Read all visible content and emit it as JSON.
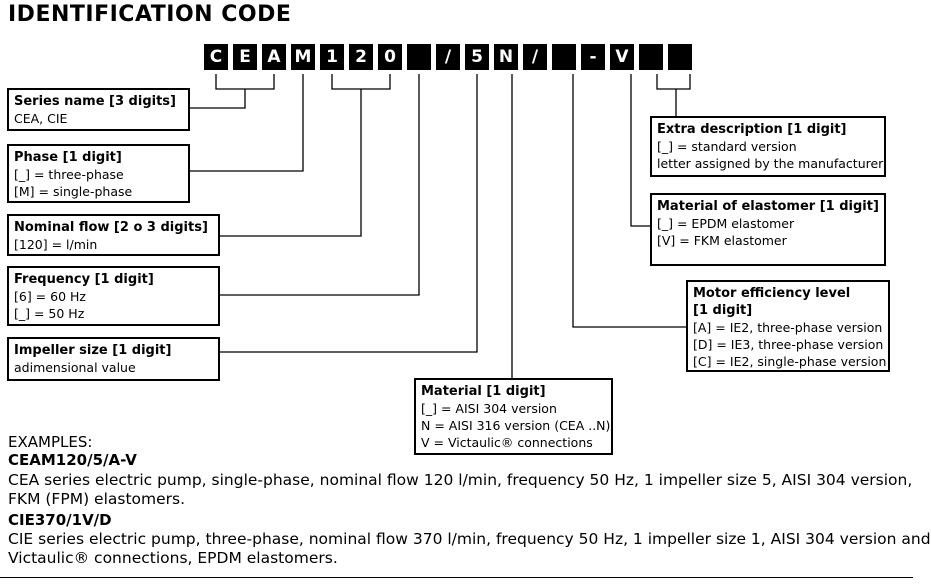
{
  "title": "IDENTIFICATION CODE",
  "code_cells": [
    "C",
    "E",
    "A",
    "M",
    "1",
    "2",
    "0",
    "",
    "/",
    "5",
    "N",
    "/",
    "",
    "-",
    "V",
    "",
    ""
  ],
  "boxes": {
    "series": {
      "heading": "Series name [3 digits]",
      "lines": [
        "CEA, CIE"
      ]
    },
    "phase": {
      "heading": "Phase [1 digit]",
      "lines": [
        "[_] = three-phase",
        "[M] = single-phase"
      ]
    },
    "flow": {
      "heading": "Nominal flow [2 o 3 digits]",
      "lines": [
        "[120] = l/min"
      ]
    },
    "frequency": {
      "heading": "Frequency [1 digit]",
      "lines": [
        "[6] = 60 Hz",
        "[_] = 50 Hz"
      ]
    },
    "impeller": {
      "heading": "Impeller size [1 digit]",
      "lines": [
        "adimensional value"
      ]
    },
    "material": {
      "heading": "Material [1 digit]",
      "lines": [
        "[_] = AISI 304 version",
        "N = AISI 316 version (CEA ..N)",
        "V = Victaulic® connections"
      ]
    },
    "efficiency": {
      "heading": "Motor efficiency level",
      "heading2": "[1 digit]",
      "lines": [
        "[A] = IE2, three-phase version",
        "[D] = IE3, three-phase version",
        "[C] = IE2, single-phase version"
      ]
    },
    "elastomer": {
      "heading": "Material of elastomer [1 digit]",
      "lines": [
        "[_]  =  EPDM elastomer",
        "[V] = FKM elastomer"
      ]
    },
    "extra": {
      "heading": "Extra description [1 digit]",
      "lines": [
        "[_] = standard version",
        "letter assigned by the manufacturer"
      ]
    }
  },
  "examples": {
    "heading": "EXAMPLES:",
    "items": [
      {
        "code": "CEAM120/5/A-V",
        "desc": [
          "CEA series electric pump, single-phase, nominal flow 120 l/min, frequency 50 Hz, 1 impeller size 5, AISI 304 version,",
          "FKM (FPM) elastomers."
        ]
      },
      {
        "code": "CIE370/1V/D",
        "desc": [
          "CIE series electric pump, three-phase, nominal flow 370 l/min, frequency 50 Hz, 1 impeller size 1, AISI 304 version and",
          "Victaulic® connections, EPDM elastomers."
        ]
      }
    ]
  }
}
